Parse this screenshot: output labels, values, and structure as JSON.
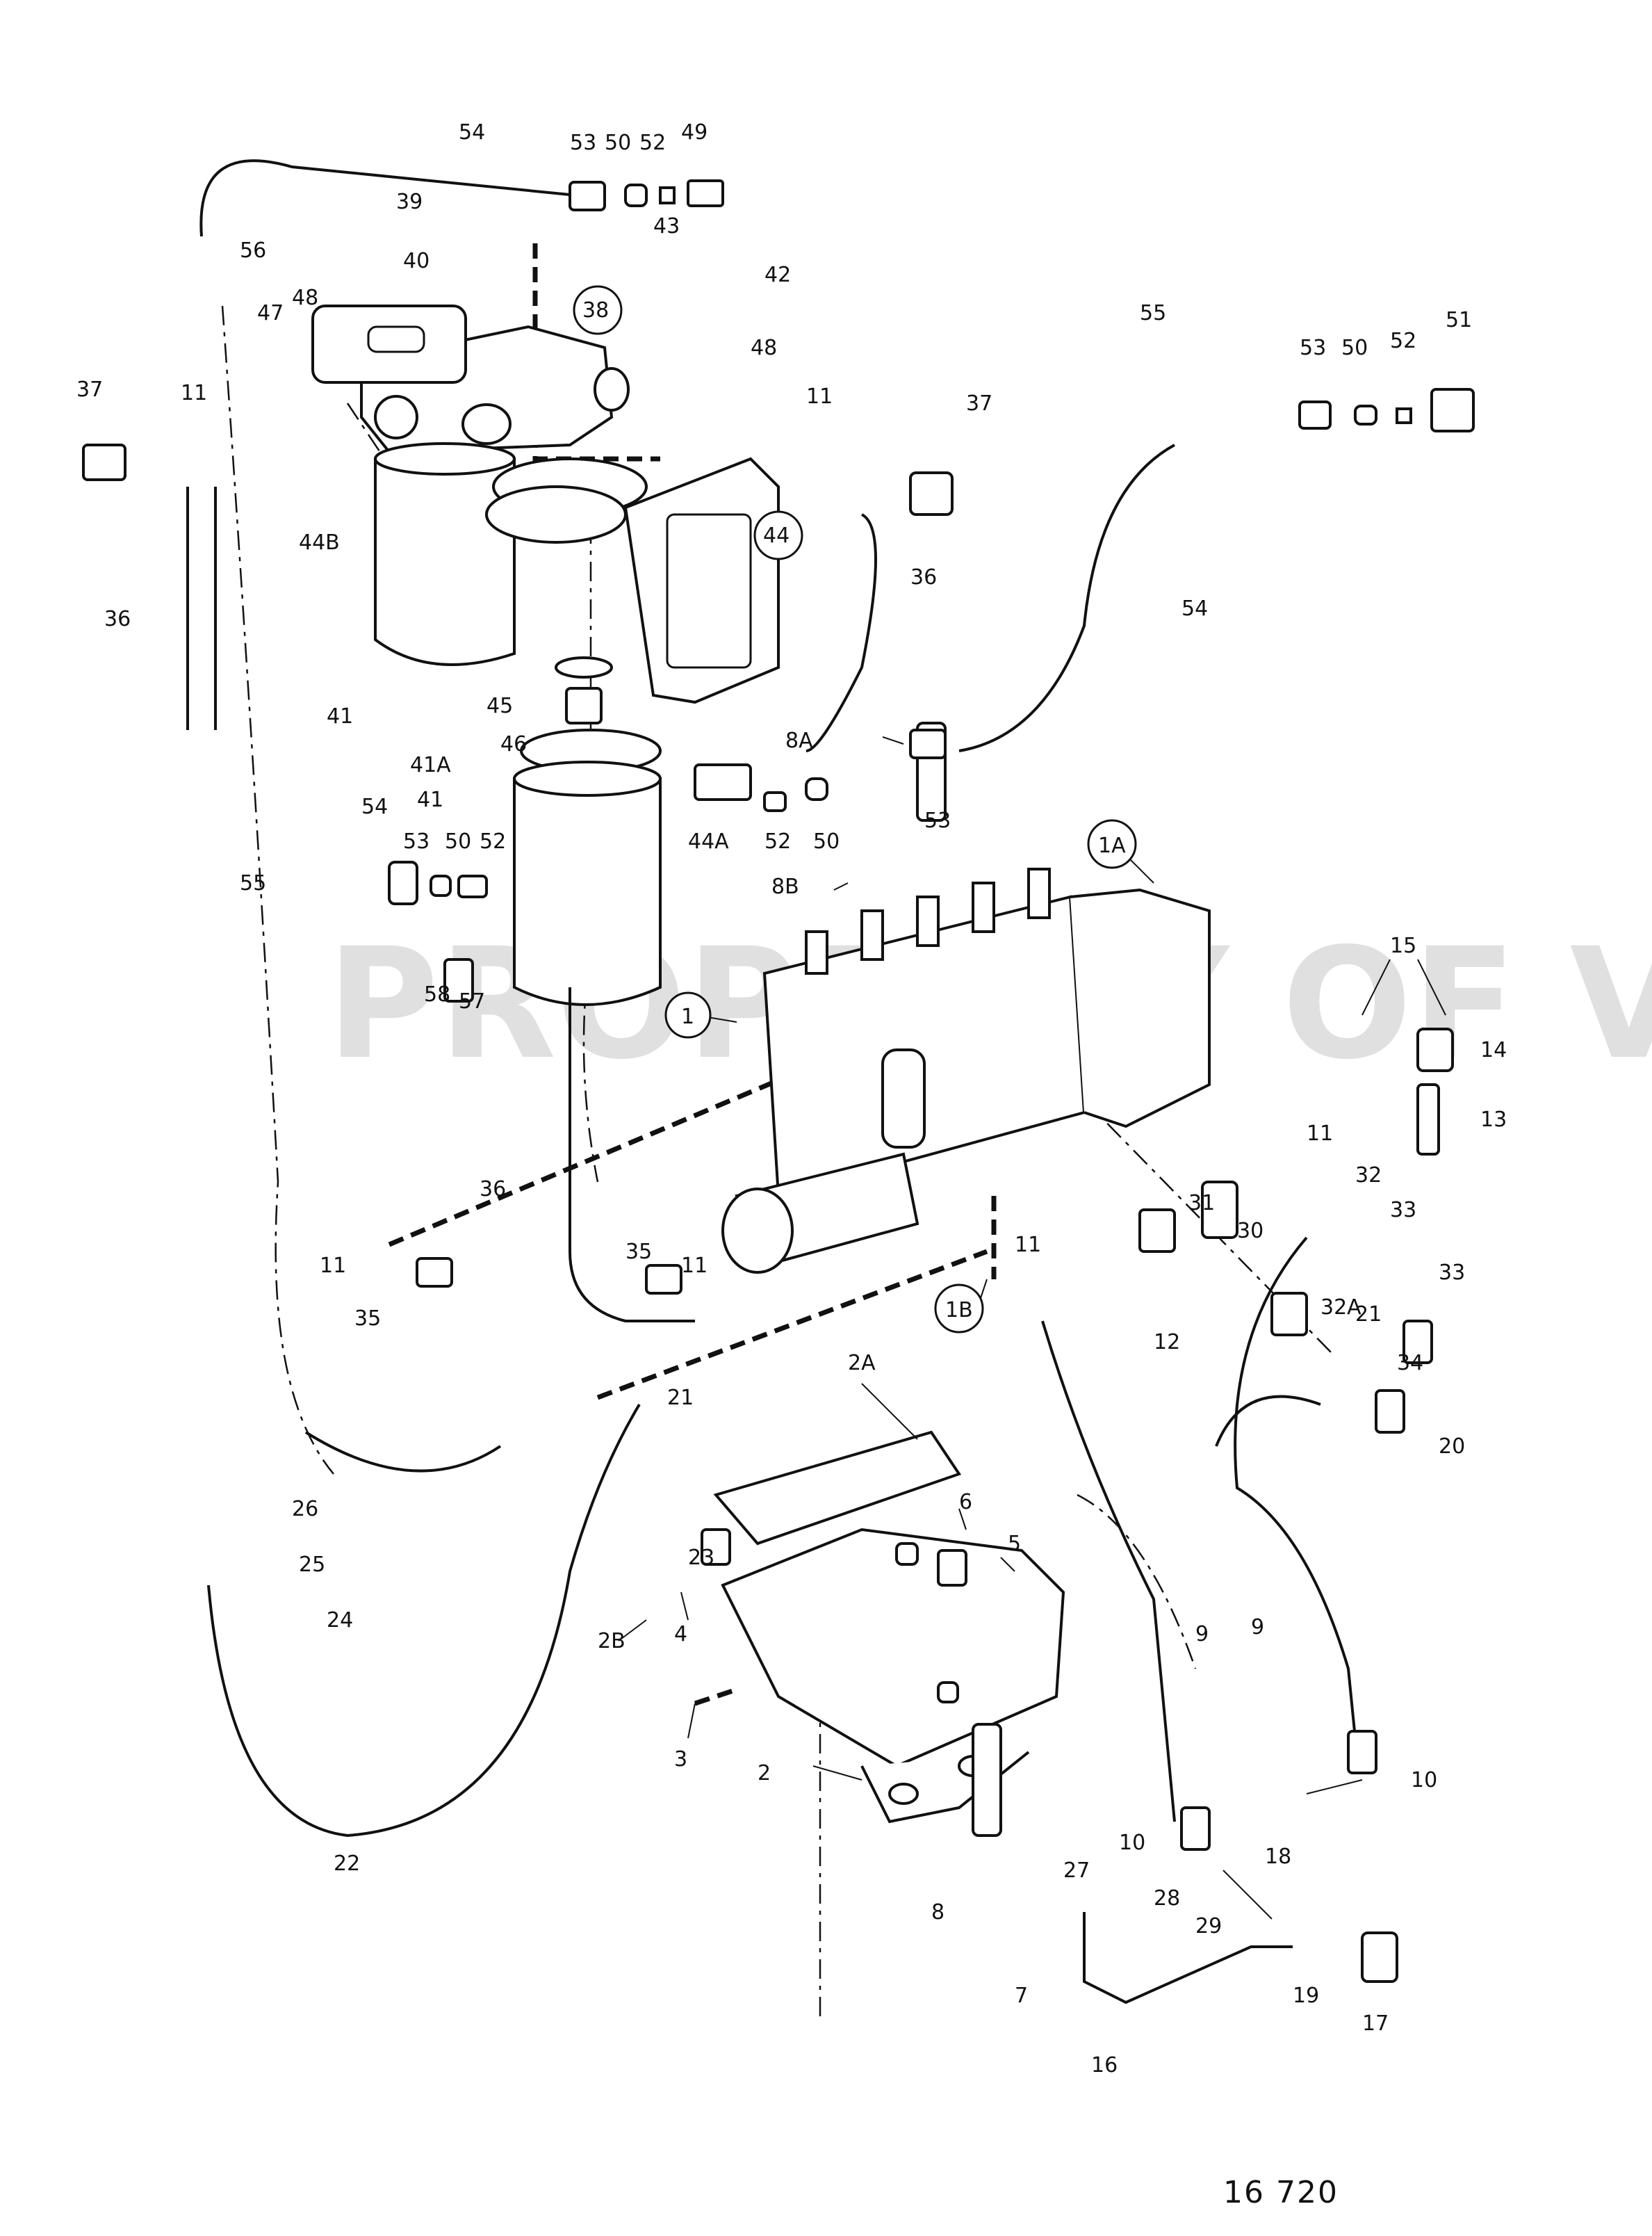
{
  "diagram": {
    "reference_number": "16 720",
    "watermark": "PROPERTY OF VOLVO PENTA",
    "callouts": [
      {
        "label": "1"
      },
      {
        "label": "1A"
      },
      {
        "label": "1B"
      },
      {
        "label": "2"
      },
      {
        "label": "2A"
      },
      {
        "label": "2B"
      },
      {
        "label": "3"
      },
      {
        "label": "4"
      },
      {
        "label": "5"
      },
      {
        "label": "6"
      },
      {
        "label": "7"
      },
      {
        "label": "8"
      },
      {
        "label": "8A"
      },
      {
        "label": "8B"
      },
      {
        "label": "9"
      },
      {
        "label": "9"
      },
      {
        "label": "10"
      },
      {
        "label": "10"
      },
      {
        "label": "11"
      },
      {
        "label": "11"
      },
      {
        "label": "11"
      },
      {
        "label": "11"
      },
      {
        "label": "11"
      },
      {
        "label": "11"
      },
      {
        "label": "12"
      },
      {
        "label": "13"
      },
      {
        "label": "14"
      },
      {
        "label": "15"
      },
      {
        "label": "16"
      },
      {
        "label": "17"
      },
      {
        "label": "18"
      },
      {
        "label": "19"
      },
      {
        "label": "20"
      },
      {
        "label": "21"
      },
      {
        "label": "21"
      },
      {
        "label": "22"
      },
      {
        "label": "23"
      },
      {
        "label": "24"
      },
      {
        "label": "25"
      },
      {
        "label": "26"
      },
      {
        "label": "27"
      },
      {
        "label": "28"
      },
      {
        "label": "29"
      },
      {
        "label": "30"
      },
      {
        "label": "31"
      },
      {
        "label": "32"
      },
      {
        "label": "32A"
      },
      {
        "label": "33"
      },
      {
        "label": "33"
      },
      {
        "label": "34"
      },
      {
        "label": "35"
      },
      {
        "label": "35"
      },
      {
        "label": "36"
      },
      {
        "label": "36"
      },
      {
        "label": "36"
      },
      {
        "label": "37"
      },
      {
        "label": "37"
      },
      {
        "label": "38"
      },
      {
        "label": "39"
      },
      {
        "label": "40"
      },
      {
        "label": "41"
      },
      {
        "label": "41"
      },
      {
        "label": "41A"
      },
      {
        "label": "42"
      },
      {
        "label": "43"
      },
      {
        "label": "44"
      },
      {
        "label": "44A"
      },
      {
        "label": "44B"
      },
      {
        "label": "45"
      },
      {
        "label": "46"
      },
      {
        "label": "47"
      },
      {
        "label": "48"
      },
      {
        "label": "48"
      },
      {
        "label": "49"
      },
      {
        "label": "50"
      },
      {
        "label": "50"
      },
      {
        "label": "50"
      },
      {
        "label": "50"
      },
      {
        "label": "51"
      },
      {
        "label": "52"
      },
      {
        "label": "52"
      },
      {
        "label": "52"
      },
      {
        "label": "52"
      },
      {
        "label": "53"
      },
      {
        "label": "53"
      },
      {
        "label": "53"
      },
      {
        "label": "53"
      },
      {
        "label": "54"
      },
      {
        "label": "54"
      },
      {
        "label": "54"
      },
      {
        "label": "55"
      },
      {
        "label": "55"
      },
      {
        "label": "56"
      },
      {
        "label": "57"
      },
      {
        "label": "58"
      }
    ]
  }
}
